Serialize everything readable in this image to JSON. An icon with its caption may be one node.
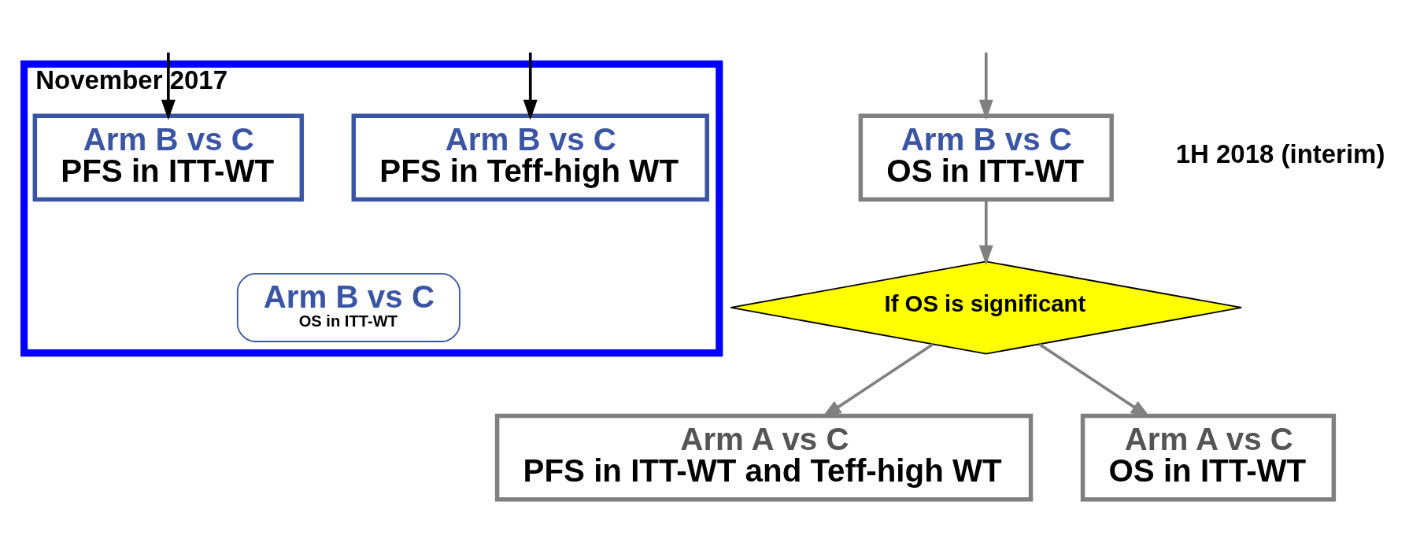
{
  "diagram": {
    "nodes": [
      {
        "text": [
          "November 2017"
        ]
      },
      {
        "text": [
          "Arm B vs C",
          "PFS in ITT-WT"
        ],
        "in": 0
      },
      {
        "text": [
          "Arm B vs C",
          "PFS in Teff-high WT"
        ],
        "in": 0
      },
      {
        "text": [
          "Arm B vs C",
          "OS in ITT-WT"
        ],
        "in": 0
      },
      {
        "text": [
          "Arm B vs C",
          "OS in ITT-WT"
        ],
        "beside": [
          "1H 2018 (interim)"
        ]
      },
      {
        "text": [
          "If OS is significant"
        ]
      },
      {
        "text": [
          "Arm A vs C",
          "PFS in ITT-WT and Teff-high WT"
        ]
      },
      {
        "text": [
          "Arm A vs C",
          "OS in ITT-WT"
        ]
      }
    ],
    "edges": [
      {
        "from": null,
        "to": 1,
        "arrow": "to",
        "color": "#000000"
      },
      {
        "from": null,
        "to": 2,
        "arrow": "to",
        "color": "#000000"
      },
      {
        "from": null,
        "to": 4,
        "arrow": "to"
      },
      {
        "from": 4,
        "to": 5,
        "arrow": "to"
      },
      {
        "from": 5,
        "to": 6,
        "arrow": "to"
      },
      {
        "from": 5,
        "to": 7,
        "arrow": "to"
      }
    ]
  }
}
